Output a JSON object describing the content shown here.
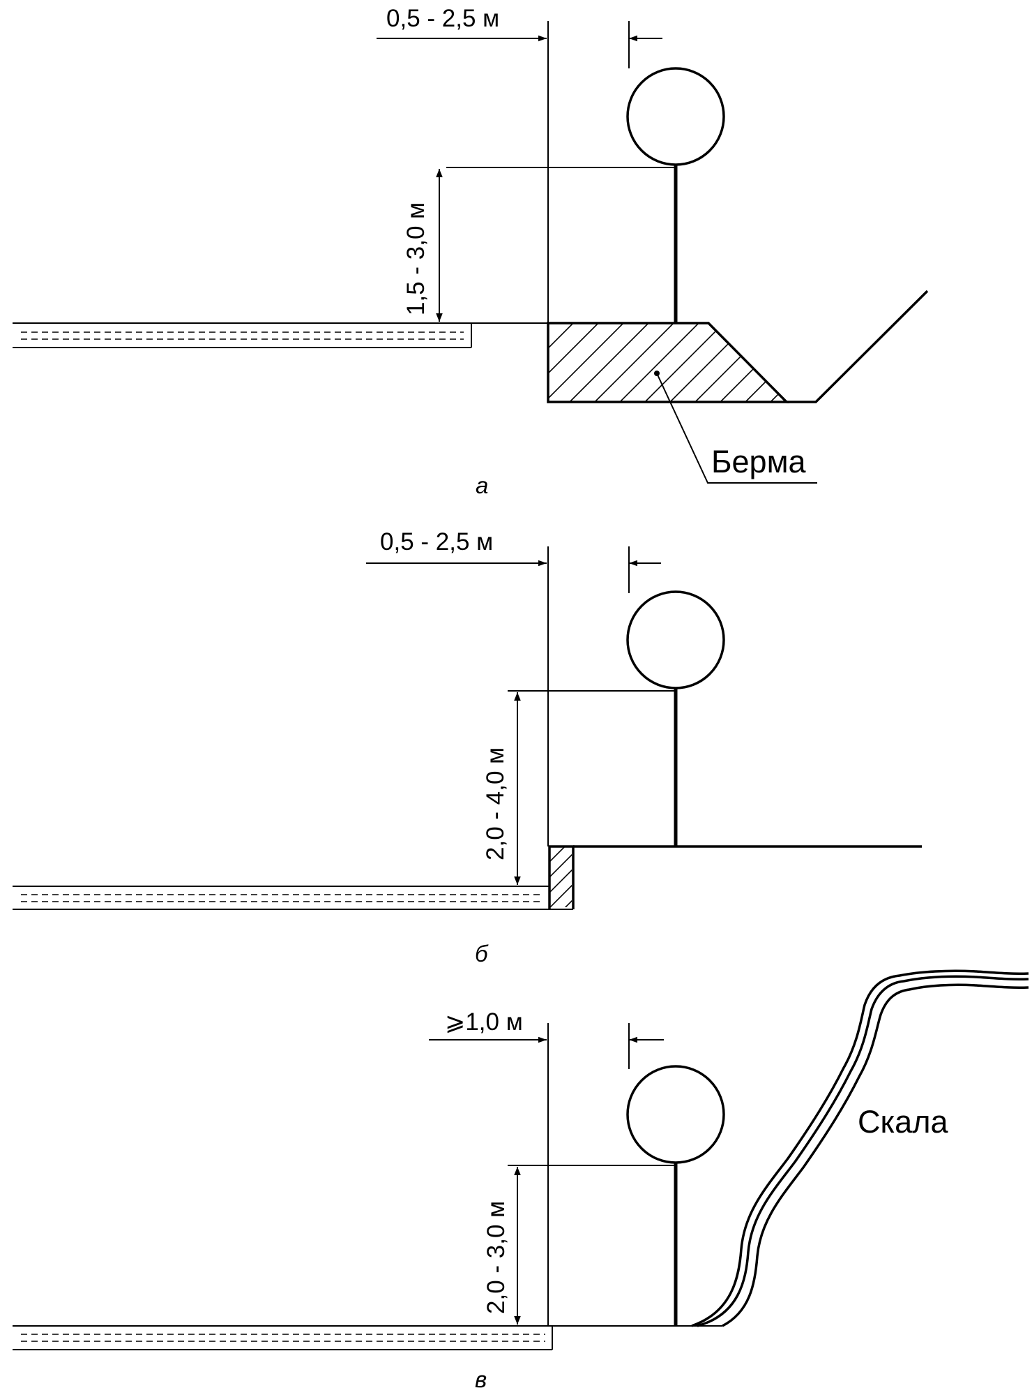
{
  "panels": [
    {
      "id": "a",
      "caption": "а",
      "horizontal_dim": "0,5 - 2,5 м",
      "vertical_dim": "1,5 - 3,0 м",
      "callout": "Берма"
    },
    {
      "id": "b",
      "caption": "б",
      "horizontal_dim": "0,5 - 2,5 м",
      "vertical_dim": "2,0 - 4,0 м"
    },
    {
      "id": "c",
      "caption": "в",
      "horizontal_dim": "⩾1,0 м",
      "vertical_dim": "2,0 - 3,0 м",
      "callout": "Скала"
    }
  ]
}
